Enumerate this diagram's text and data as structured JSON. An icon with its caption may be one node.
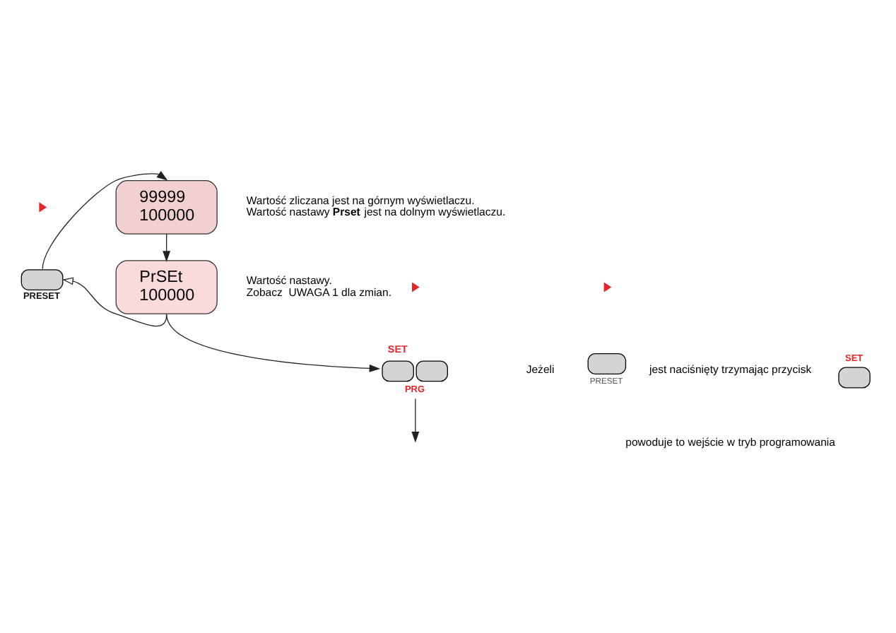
{
  "diagram": {
    "nodes": [
      {
        "text": [
          "99999",
          "100000"
        ],
        "beside": [
          "Wartość zliczana jest na górnym wyświetlaczu.",
          "Wartość nastawy **Prset** jest na dolnym wyświetlaczu."
        ]
      },
      {
        "text": [
          "PrSEt",
          "100000"
        ],
        "beside": [
          "Wartość nastawy.",
          "Zobacz  UWAGA 1 dla zmian."
        ]
      },
      {
        "text": [
          "PRESET"
        ]
      },
      {
        "text": [
          "SET",
          "PRG"
        ]
      },
      {
        "text": [
          "PRESET"
        ]
      },
      {
        "text": [
          "SET"
        ]
      }
    ],
    "edges": [
      {
        "from": 2,
        "to": 0,
        "arrow": "to"
      },
      {
        "from": 0,
        "to": 1,
        "arrow": "to"
      },
      {
        "from": 1,
        "to": 2,
        "arrow": "to"
      },
      {
        "from": 1,
        "to": 3,
        "arrow": "to"
      },
      {
        "from": 3,
        "to": null,
        "arrow": "to"
      }
    ],
    "labels": [
      "Jeżeli",
      "jest naciśnięty trzymając przycisk",
      "powoduje to wejście w tryb programowania"
    ]
  }
}
